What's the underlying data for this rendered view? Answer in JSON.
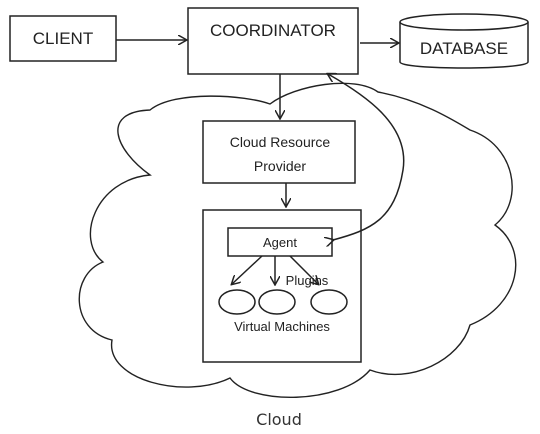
{
  "nodes": {
    "client": "CLIENT",
    "coordinator": "COORDINATOR",
    "database": "DATABASE",
    "cloud_resource_provider_line1": "Cloud Resource",
    "cloud_resource_provider_line2": "Provider",
    "agent": "Agent",
    "plugins": "Plugins",
    "virtual_machines": "Virtual Machines"
  },
  "caption": "Cloud"
}
